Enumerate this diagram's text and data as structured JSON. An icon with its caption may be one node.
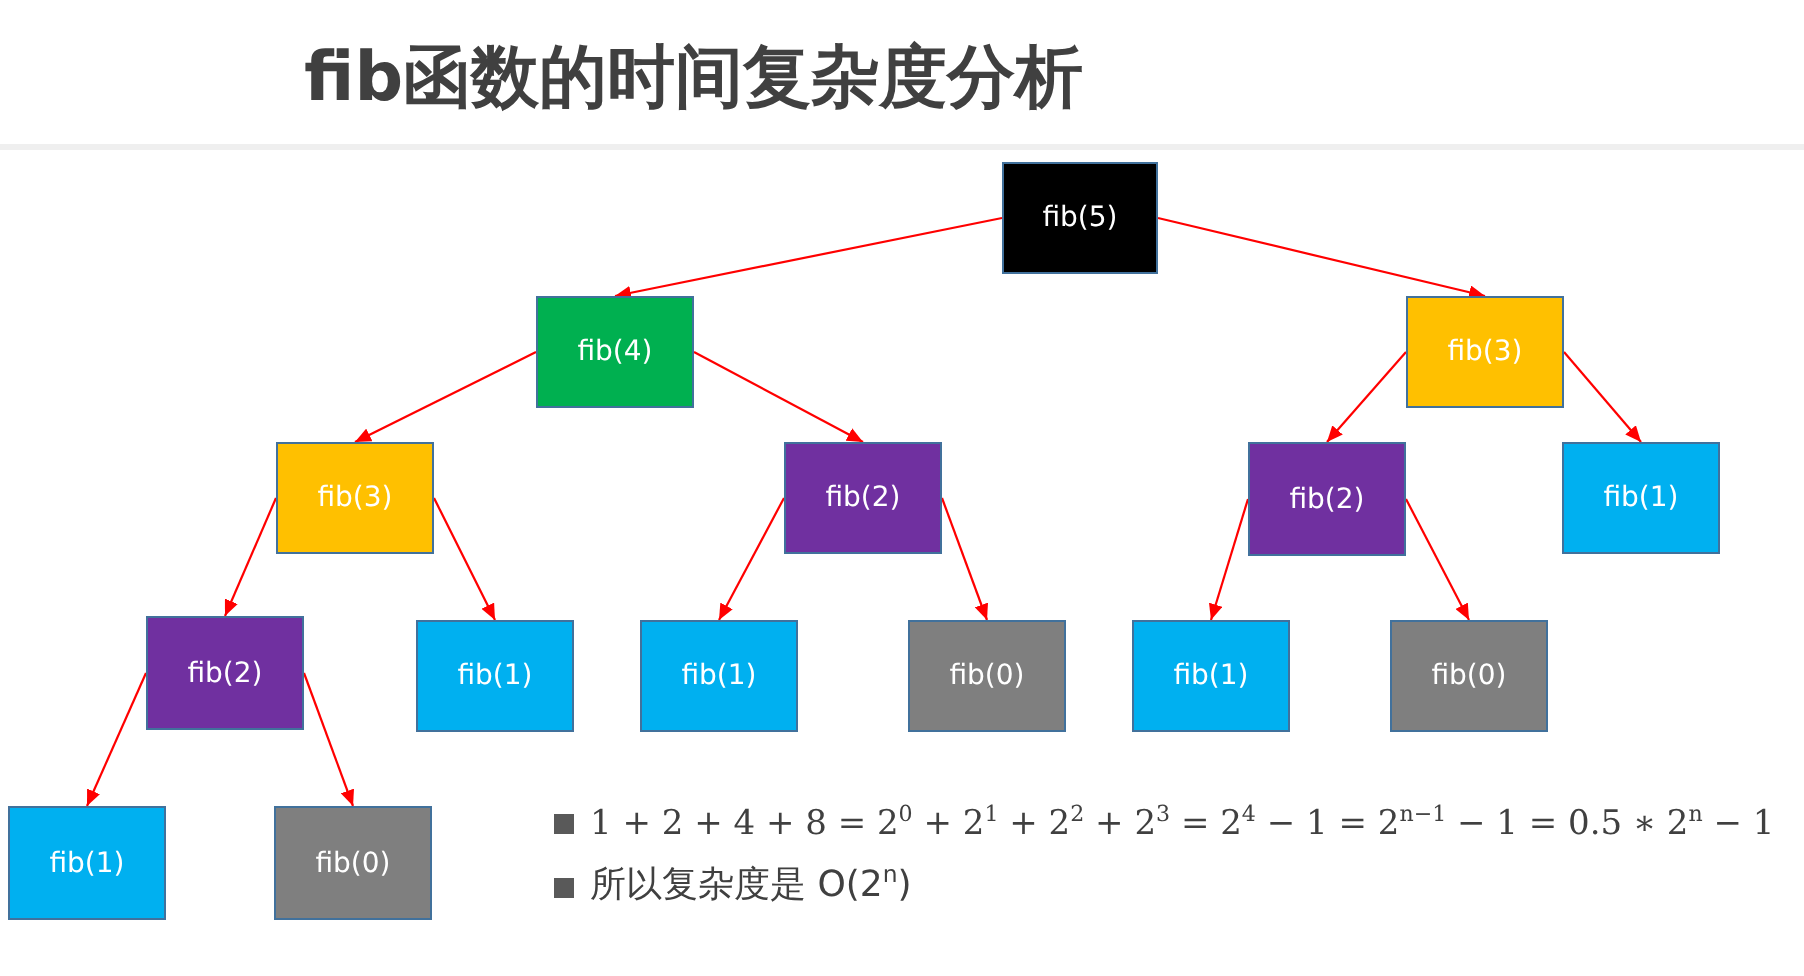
{
  "diagram": {
    "title": "fib函数的时间复杂度分析",
    "nodes": [
      {
        "text": [
          "fib(5)"
        ]
      },
      {
        "text": [
          "fib(4)"
        ]
      },
      {
        "text": [
          "fib(3)"
        ]
      },
      {
        "text": [
          "fib(3)"
        ]
      },
      {
        "text": [
          "fib(2)"
        ]
      },
      {
        "text": [
          "fib(2)"
        ]
      },
      {
        "text": [
          "fib(1)"
        ]
      },
      {
        "text": [
          "fib(2)"
        ]
      },
      {
        "text": [
          "fib(1)"
        ]
      },
      {
        "text": [
          "fib(1)"
        ]
      },
      {
        "text": [
          "fib(0)"
        ]
      },
      {
        "text": [
          "fib(1)"
        ]
      },
      {
        "text": [
          "fib(0)"
        ]
      },
      {
        "text": [
          "fib(1)"
        ]
      },
      {
        "text": [
          "fib(0)"
        ]
      }
    ],
    "edges": [
      {
        "from": 0,
        "to": 1,
        "arrow": "to"
      },
      {
        "from": 0,
        "to": 2,
        "arrow": "to"
      },
      {
        "from": 1,
        "to": 3,
        "arrow": "to"
      },
      {
        "from": 1,
        "to": 4,
        "arrow": "to"
      },
      {
        "from": 2,
        "to": 5,
        "arrow": "to"
      },
      {
        "from": 2,
        "to": 6,
        "arrow": "to"
      },
      {
        "from": 3,
        "to": 7,
        "arrow": "to"
      },
      {
        "from": 3,
        "to": 8,
        "arrow": "to"
      },
      {
        "from": 4,
        "to": 9,
        "arrow": "to"
      },
      {
        "from": 4,
        "to": 10,
        "arrow": "to"
      },
      {
        "from": 5,
        "to": 11,
        "arrow": "to"
      },
      {
        "from": 5,
        "to": 12,
        "arrow": "to"
      },
      {
        "from": 7,
        "to": 13,
        "arrow": "to"
      },
      {
        "from": 7,
        "to": 14,
        "arrow": "to"
      }
    ],
    "labels": [
      "1 + 2 + 4 + 8 = 2$^{0}$ + 2$^{1}$ + 2$^{2}$ + 2$^{3}$ = 2$^{4}$ − 1 = 2$^{n−1}$ − 1 = 0.5 ∗ 2$^{n}$ − 1",
      "所以复杂度是 O(2$^{n}$)"
    ]
  }
}
